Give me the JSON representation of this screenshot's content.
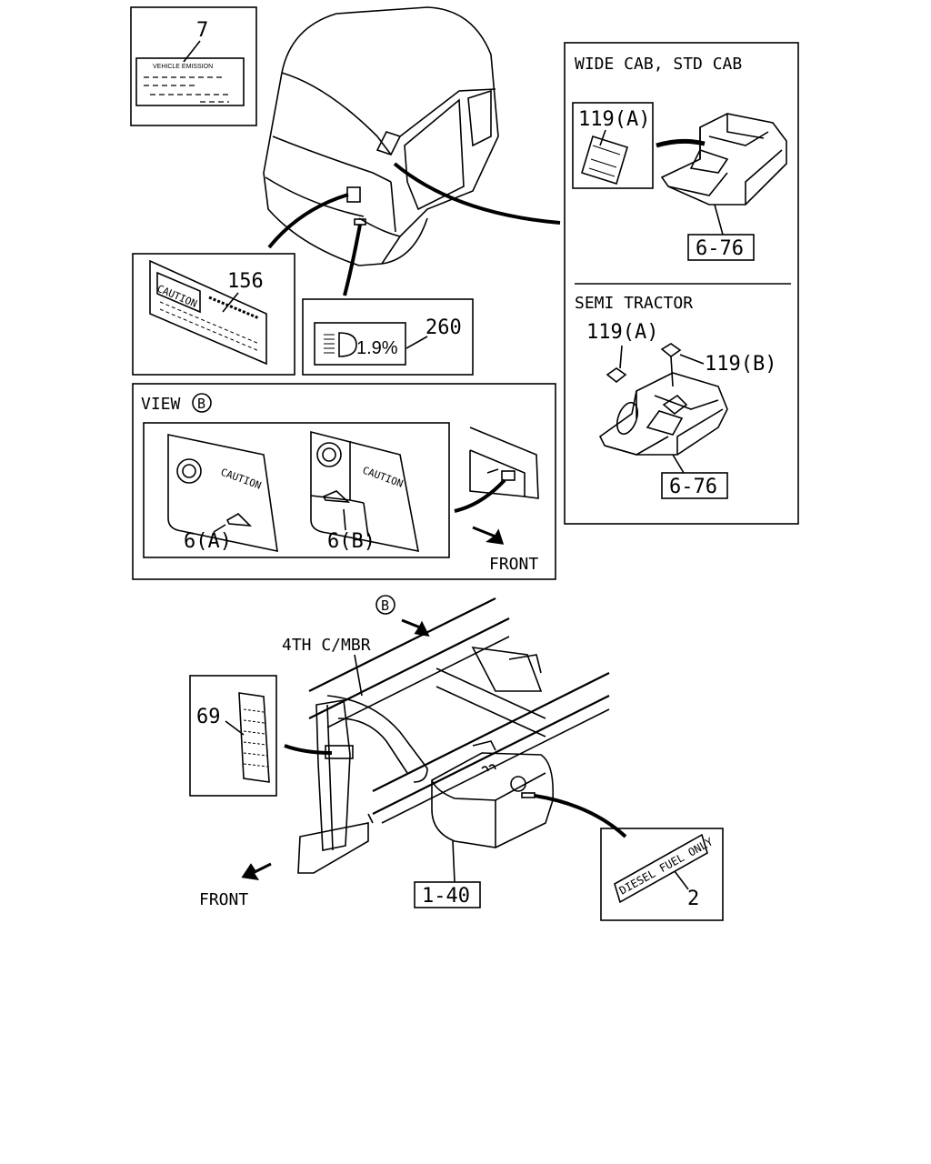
{
  "callouts": {
    "c7": "7",
    "c156": "156",
    "c260": "260",
    "c119a_top": "119(A)",
    "c676_top": "6-76",
    "c119a_semi": "119(A)",
    "c119b_semi": "119(B)",
    "c676_semi": "6-76",
    "c6a": "6(A)",
    "c6b": "6(B)",
    "c69": "69",
    "c140": "1-40",
    "c2": "2"
  },
  "labels": {
    "emission_title": "VEHICLE EMISSION",
    "headlamp_value": "1.9%",
    "wide_cab_title": "WIDE CAB, STD CAB",
    "semi_tractor_title": "SEMI TRACTOR",
    "view_b_title": "VIEW",
    "view_b_mark": "B",
    "caution_a": "CAUTION",
    "caution_b": "CAUTION",
    "front_upper": "FRONT",
    "front_lower": "FRONT",
    "member_label": "4TH C/MBR",
    "b_marker": "B",
    "fuel_label": "DIESEL FUEL ONLY",
    "caution_big": "CAUTION"
  }
}
